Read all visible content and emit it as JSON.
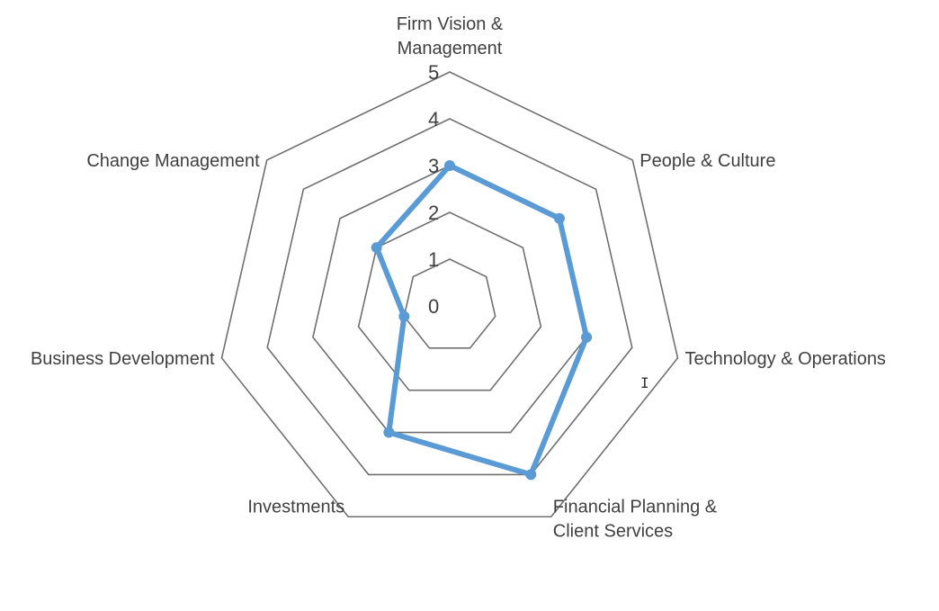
{
  "chart_data": {
    "type": "radar",
    "categories": [
      "Firm Vision & Management",
      "People & Culture",
      "Technology & Operations",
      "Financial Planning & Client Services",
      "Investments",
      "Business Development",
      "Change Management"
    ],
    "category_lines": [
      [
        "Firm Vision &",
        "Management"
      ],
      [
        "People & Culture"
      ],
      [
        "Technology & Operations"
      ],
      [
        "Financial Planning &",
        "Client Services"
      ],
      [
        "Investments"
      ],
      [
        "Business Development"
      ],
      [
        "Change Management"
      ]
    ],
    "series": [
      {
        "values": [
          3,
          3,
          3,
          4,
          3,
          1,
          2
        ],
        "color": "#5B9BD5"
      }
    ],
    "rlim": [
      0,
      5
    ],
    "ticks": [
      "0",
      "1",
      "2",
      "3",
      "4",
      "5"
    ],
    "grid": true,
    "legend": "none",
    "title": ""
  },
  "colors": {
    "grid": "#707070",
    "text": "#404040",
    "series": "#5B9BD5"
  },
  "cursor": {
    "icon": "text-cursor-icon",
    "glyph": "I"
  }
}
